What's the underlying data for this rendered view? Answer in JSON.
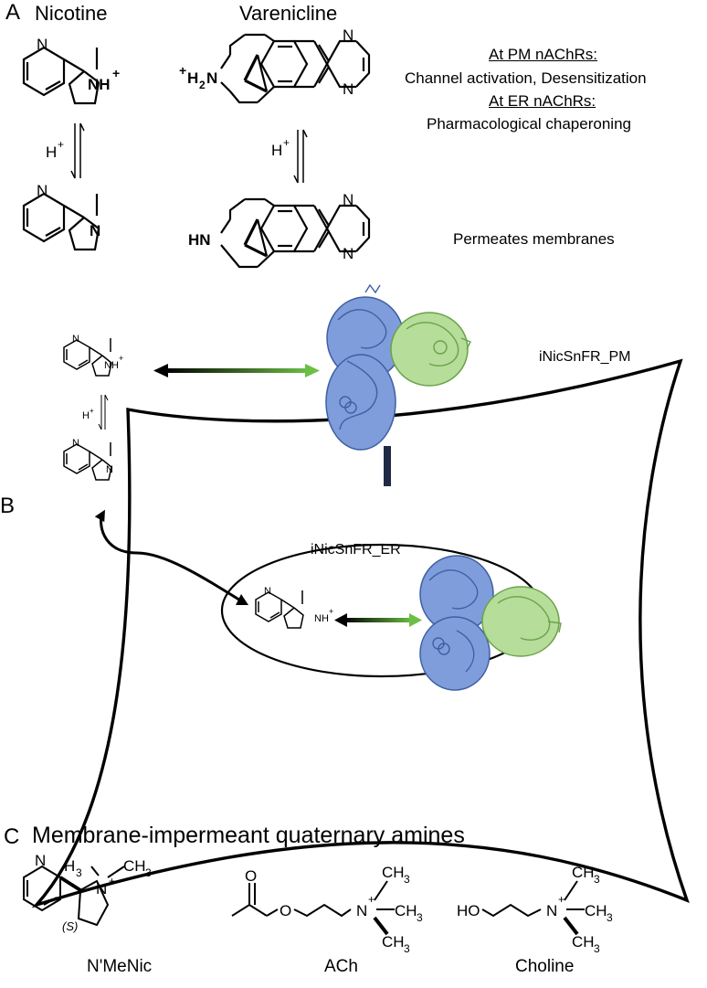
{
  "panelA": {
    "letter": "A",
    "nicotine_title": "Nicotine",
    "varenicline_title": "Varenicline",
    "pm_heading": "At PM nAChRs:",
    "pm_effects": "Channel activation, Desensitization",
    "er_heading": "At ER nAChRs:",
    "er_effects": "Pharmacological chaperoning",
    "proton_label": "H",
    "proton_sup": "+",
    "permeates": "Permeates membranes",
    "atoms": {
      "N": "N",
      "NH": "NH",
      "plus": "+",
      "H2N": "H",
      "two": "2",
      "HN": "HN"
    }
  },
  "panelB": {
    "letter": "B",
    "pm_sensor": "iNicSnFR_PM",
    "er_sensor": "iNicSnFR_ER",
    "proton_label": "H",
    "proton_sup": "+"
  },
  "panelC": {
    "letter": "C",
    "title": "Membrane-impermeant quaternary amines",
    "molecules": [
      "N'MeNic",
      "ACh",
      "Choline"
    ],
    "atoms": {
      "N": "N",
      "plus": "+",
      "H3C": "H",
      "CH3": "CH",
      "three": "3",
      "O": "O",
      "HO": "HO",
      "S": "(S)"
    }
  },
  "colors": {
    "protein_blue": "#6f8fd0",
    "protein_green": "#a7d38a",
    "arrow_green": "#6cbf45",
    "arrow_dark": "#000000"
  }
}
